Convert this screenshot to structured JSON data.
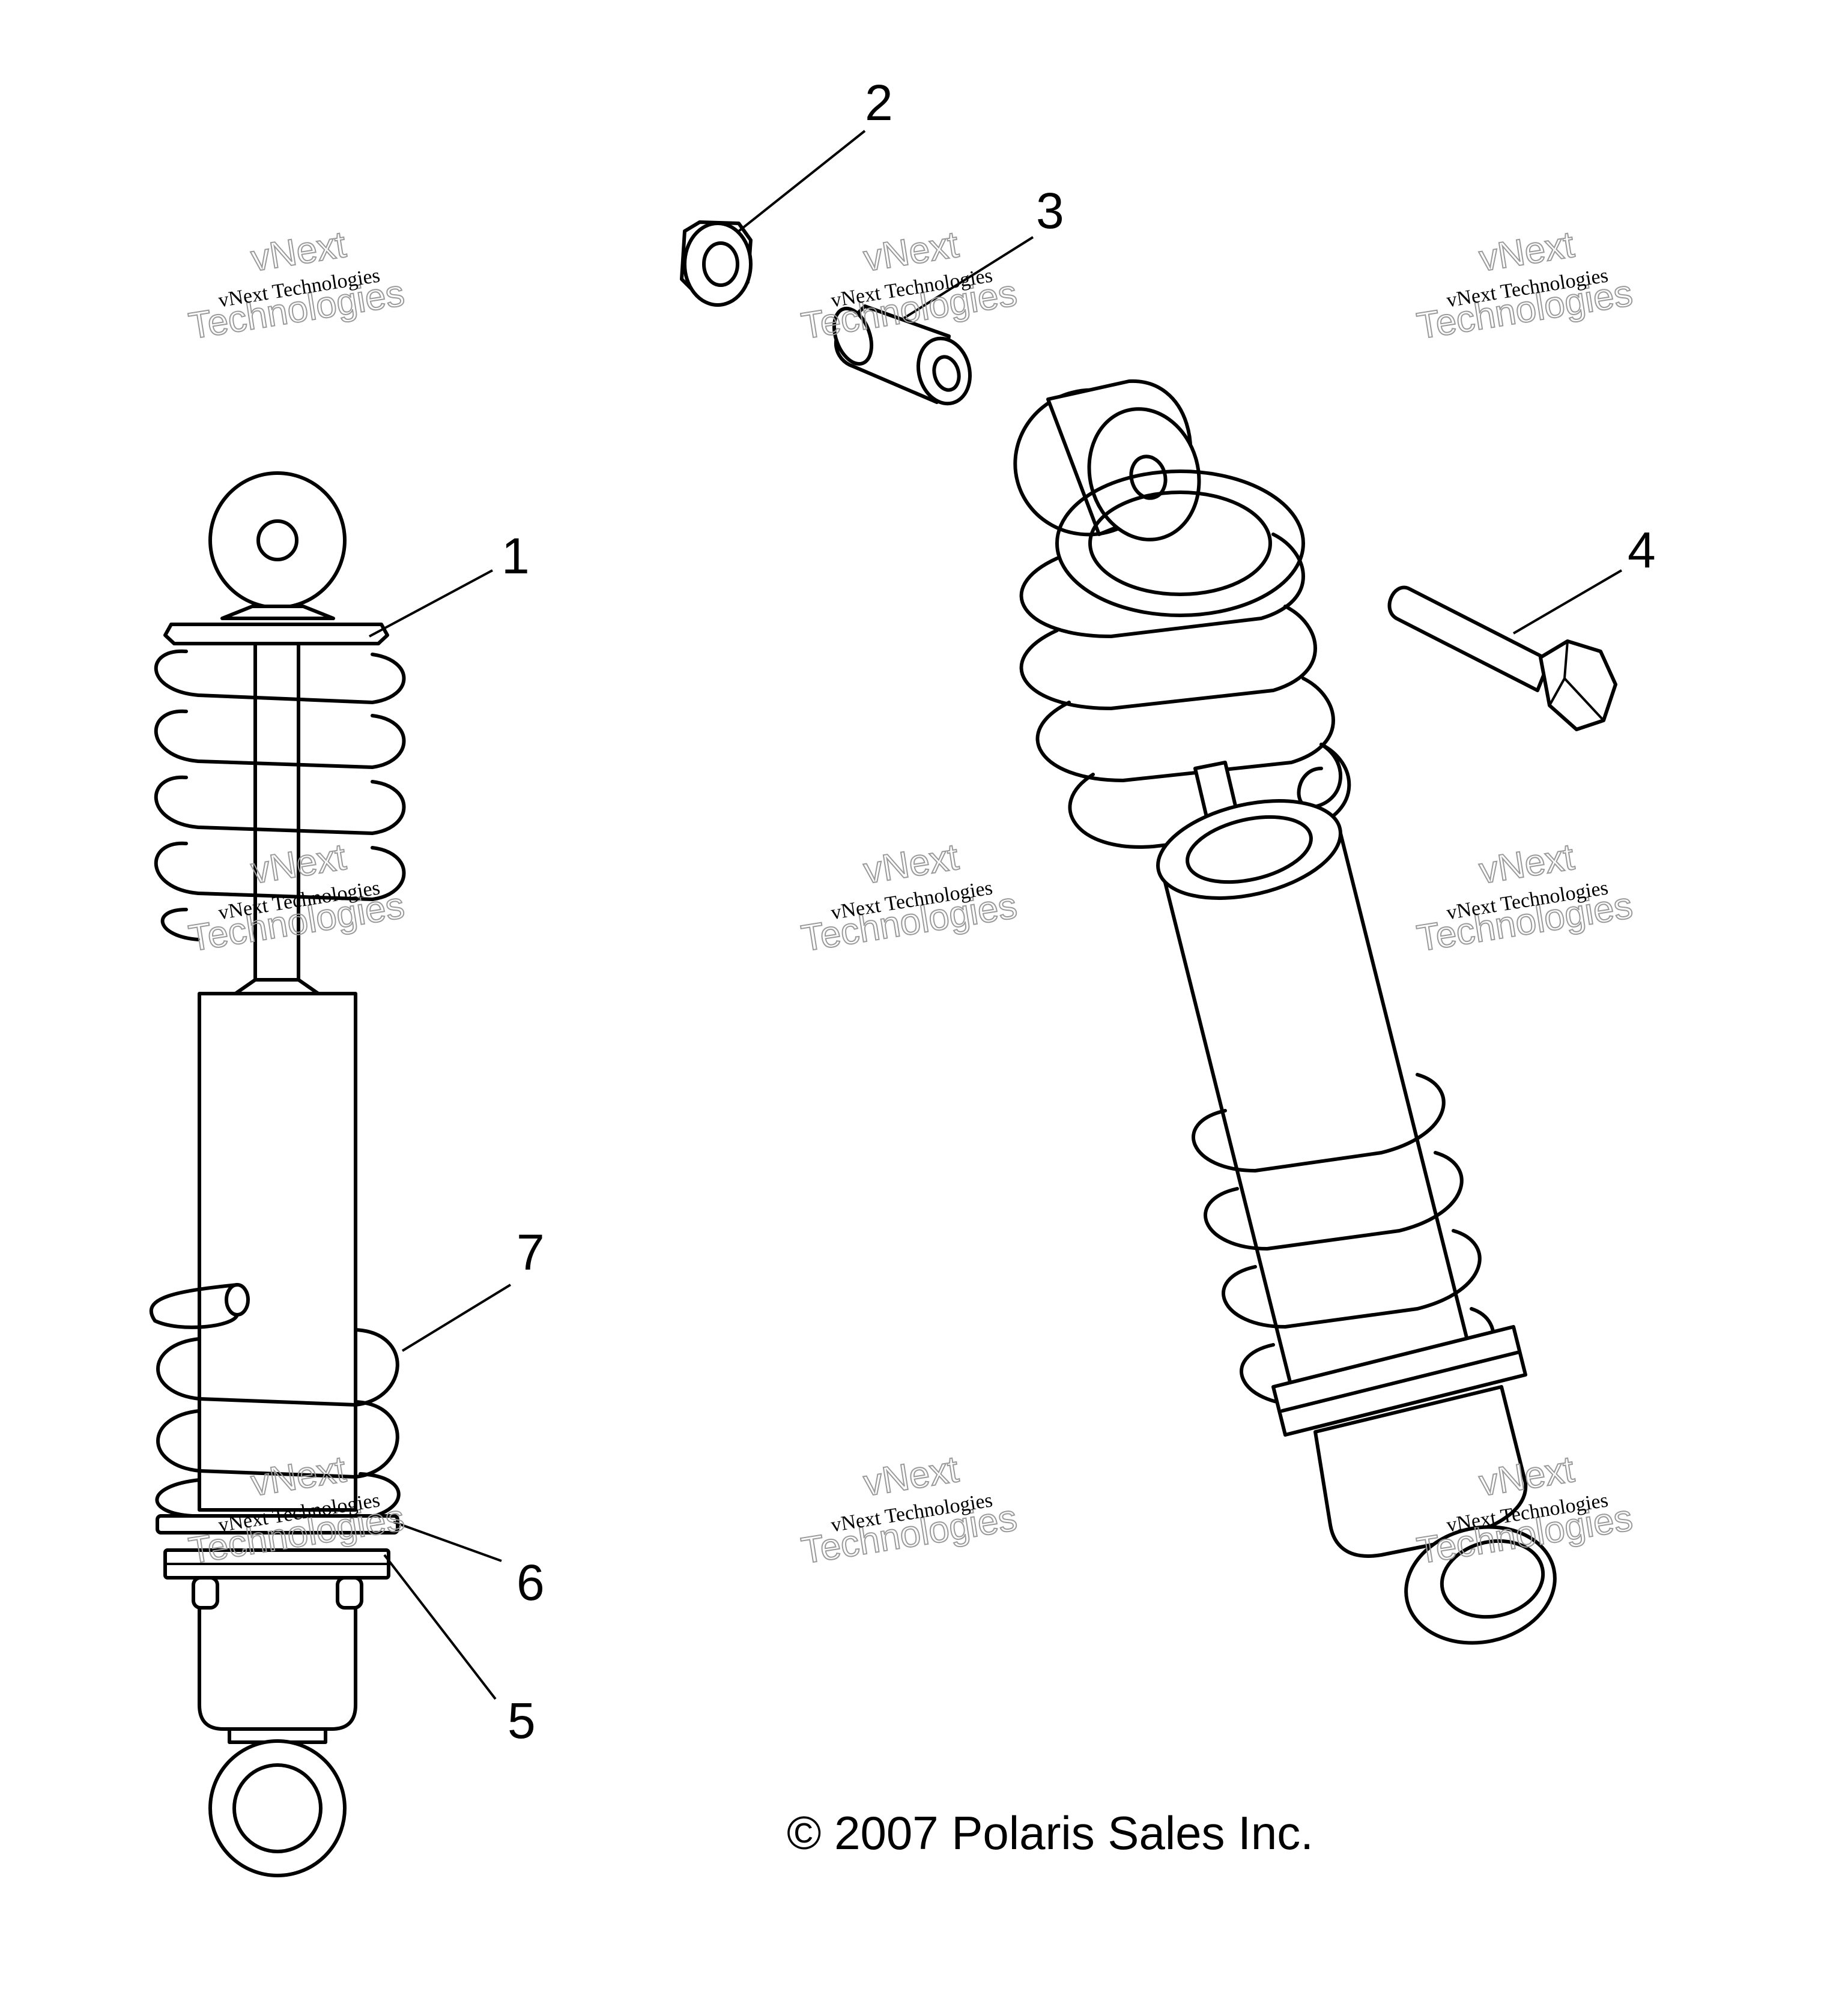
{
  "callouts": [
    {
      "id": "1",
      "label": "1"
    },
    {
      "id": "2",
      "label": "2"
    },
    {
      "id": "3",
      "label": "3"
    },
    {
      "id": "4",
      "label": "4"
    },
    {
      "id": "5",
      "label": "5"
    },
    {
      "id": "6",
      "label": "6"
    },
    {
      "id": "7",
      "label": "7"
    }
  ],
  "watermark": {
    "line1": "vNext Technologies",
    "line2": "vNext",
    "line3": "Technologies"
  },
  "copyright": "© 2007 Polaris Sales Inc.",
  "colors": {
    "ink": "#000000",
    "paper": "#ffffff",
    "watermark": "#9a9a9a"
  }
}
